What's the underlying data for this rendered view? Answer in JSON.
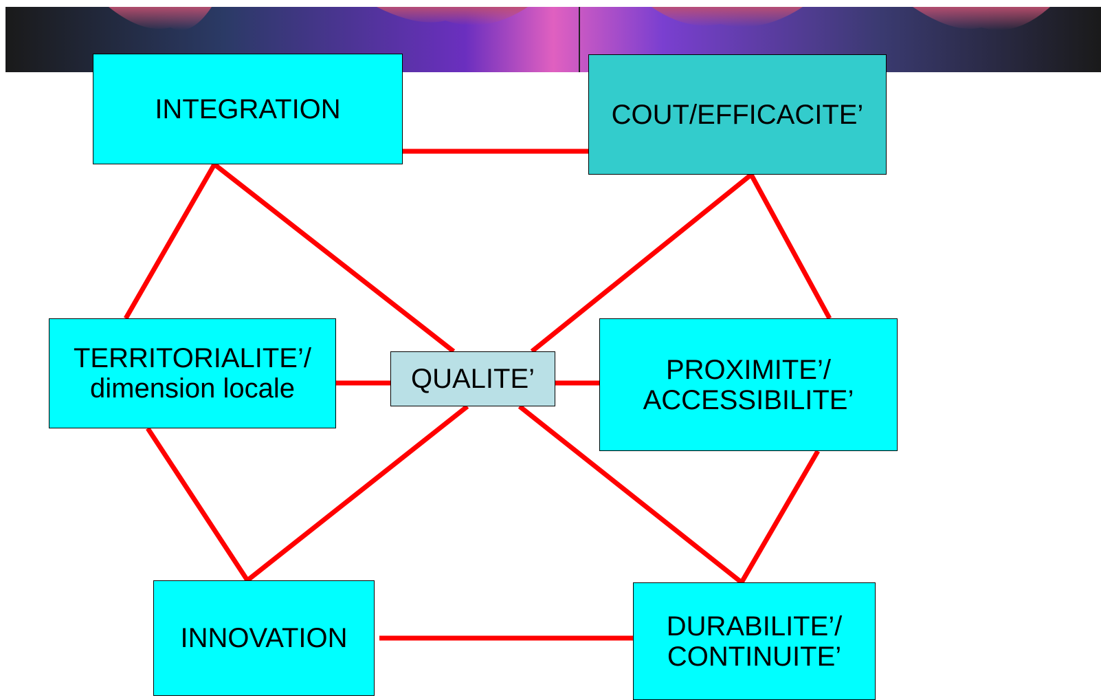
{
  "banner": {
    "description_icon": "sunset-banner-image"
  },
  "colors": {
    "link": "#ff0000",
    "node_fill": "#00ffff",
    "node_fill_dark": "#33cccc",
    "center_fill": "#b9e0e6"
  },
  "nodes": {
    "integration": "INTEGRATION",
    "cout": "COUT/EFFICACITE’",
    "territorialite": "TERRITORIALITE’/\ndimension locale",
    "qualite": "QUALITE’",
    "proximite": "PROXIMITE’/\nACCESSIBILITE’",
    "innovation": "INNOVATION",
    "durabilite": "DURABILITE’/\nCONTINUITE’"
  }
}
